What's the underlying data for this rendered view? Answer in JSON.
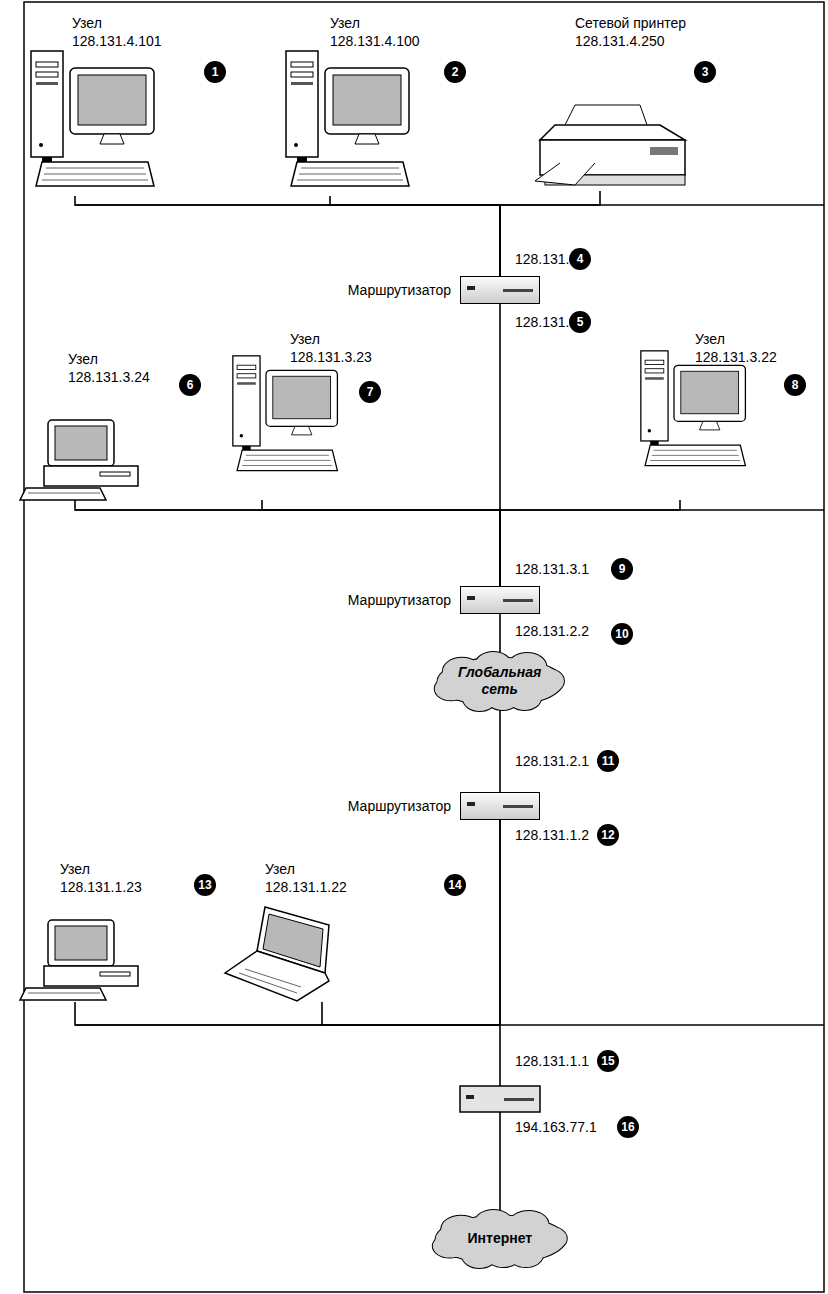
{
  "diagram": {
    "nodes": [
      {
        "text": [
          "Узел",
          "128.131.4.101"
        ]
      },
      {
        "text": [
          "Узел",
          "128.131.4.100"
        ]
      },
      {
        "text": [
          "Сетевой принтер",
          "128.131.4.250"
        ]
      },
      {
        "text": [
          "Маршрутизатор"
        ]
      },
      {
        "text": [
          "Узел",
          "128.131.3.24"
        ]
      },
      {
        "text": [
          "Узел",
          "128.131.3.23"
        ]
      },
      {
        "text": [
          "Узел",
          "128.131.3.22"
        ]
      },
      {
        "text": [
          "Маршрутизатор"
        ]
      },
      {
        "text": [
          "Глобальная сеть"
        ]
      },
      {
        "text": [
          "Маршрутизатор"
        ]
      },
      {
        "text": [
          "Узел",
          "128.131.1.23"
        ]
      },
      {
        "text": [
          "Узел",
          "128.131.1.22"
        ]
      },
      {
        "text": [
          "Интернет"
        ]
      }
    ],
    "edges": [
      {
        "from": 3,
        "to": 0,
        "arrow": "none"
      },
      {
        "from": 3,
        "to": 1,
        "arrow": "none"
      },
      {
        "from": 3,
        "to": 2,
        "arrow": "none"
      },
      {
        "from": 3,
        "to": 7,
        "arrow": "none"
      },
      {
        "from": 7,
        "to": 4,
        "arrow": "none"
      },
      {
        "from": 7,
        "to": 5,
        "arrow": "none"
      },
      {
        "from": 7,
        "to": 6,
        "arrow": "none"
      },
      {
        "from": 7,
        "to": 8,
        "arrow": "none"
      },
      {
        "from": 8,
        "to": 9,
        "arrow": "none"
      },
      {
        "from": 9,
        "to": 10,
        "arrow": "none"
      },
      {
        "from": 9,
        "to": 11,
        "arrow": "none"
      }
    ],
    "labels": [
      "1",
      "2",
      "3",
      "128.131.4.1",
      "4",
      "128.131.3.2",
      "5",
      "6",
      "7",
      "8",
      "128.131.3.1",
      "9",
      "128.131.2.2",
      "10",
      "128.131.2.1",
      "11",
      "128.131.1.2",
      "12",
      "13",
      "14",
      "128.131.1.1",
      "15",
      "194.163.77.1",
      "16"
    ]
  }
}
